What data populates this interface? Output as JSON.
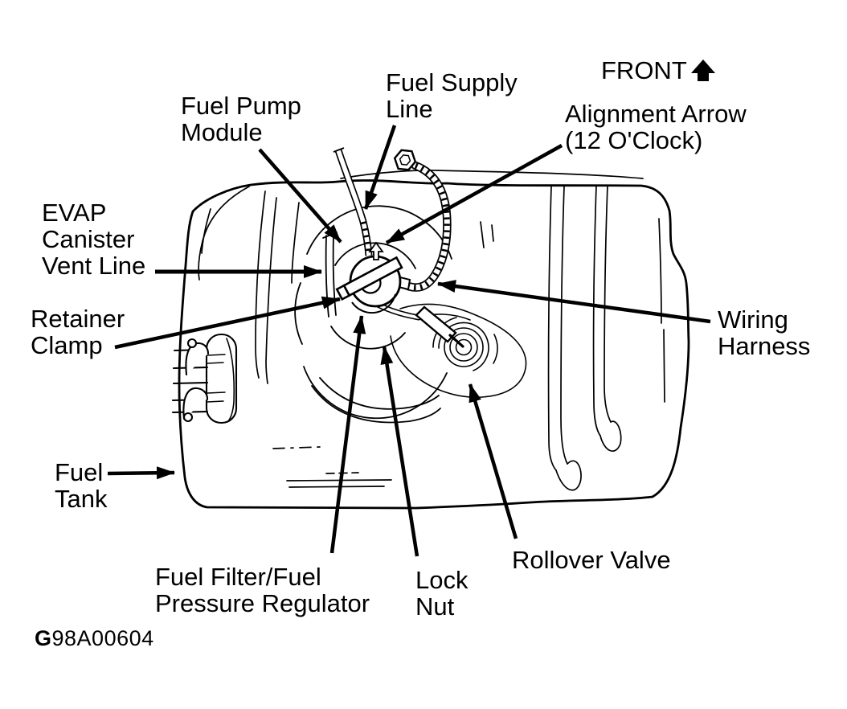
{
  "figure": {
    "orientation_label": "FRONT",
    "code_prefix": "G",
    "code_number": "98A00604"
  },
  "labels": {
    "fuel_pump_module": "Fuel Pump\nModule",
    "fuel_supply_line": "Fuel Supply\nLine",
    "alignment_arrow": "Alignment Arrow\n(12 O'Clock)",
    "evap_canister_vent_line": "EVAP\nCanister\nVent Line",
    "retainer_clamp": "Retainer\nClamp",
    "wiring_harness": "Wiring\nHarness",
    "fuel_tank": "Fuel\nTank",
    "fuel_filter_pressure_regulator": "Fuel Filter/Fuel\nPressure Regulator",
    "lock_nut": "Lock\nNut",
    "rollover_valve": "Rollover Valve"
  },
  "icons": {
    "front_direction": "up-block-arrow"
  },
  "colors": {
    "ink": "#000000",
    "background": "#ffffff"
  }
}
